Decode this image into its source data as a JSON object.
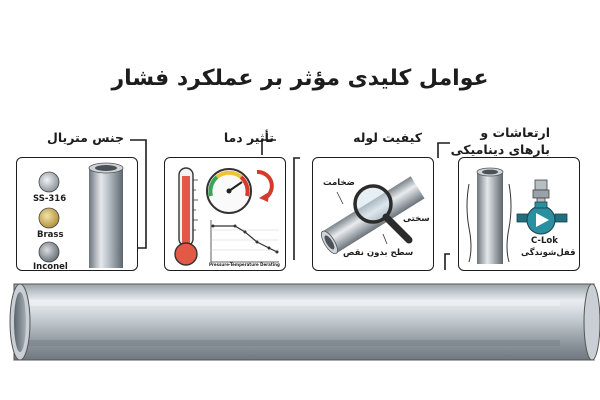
{
  "title": "عوامل کلیدی مؤثر بر عملکرد فشار",
  "panels": [
    {
      "title": "جنس متریال",
      "labels": [
        "SS-316",
        "Brass",
        "Inconel"
      ]
    },
    {
      "title": "تأثیر دما",
      "chart_caption": "Pressure-Temperature Derating"
    },
    {
      "title": "کیفیت لوله",
      "labels": [
        "ضخامت",
        "سختی",
        "سطح بدون نقص"
      ]
    },
    {
      "title_line1": "ارتعاشات و",
      "title_line2": "بارهای دینامیکی",
      "labels": [
        "C-Lok",
        "قفل‌شوندگی"
      ]
    }
  ],
  "colors": {
    "accent": "#2a8fa0",
    "ink": "#1d1d1d",
    "steel": "#aeb6bd",
    "thermo": "#e25a45",
    "gauge_red": "#d53a2c"
  },
  "icons": [
    "metal-sample-icon",
    "thermometer-icon",
    "pressure-gauge-icon",
    "magnifier-icon",
    "pump-icon",
    "fitting-icon",
    "pipe-icon"
  ]
}
